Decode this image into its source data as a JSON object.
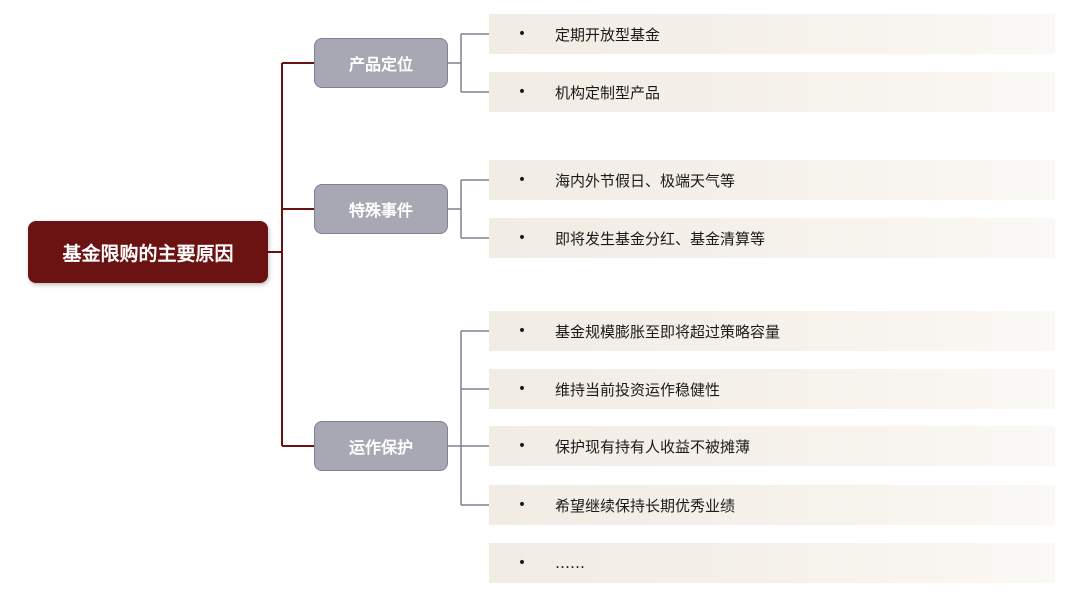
{
  "root": {
    "label": "基金限购的主要原因"
  },
  "categories": [
    {
      "label": "产品定位",
      "items": [
        "定期开放型基金",
        "机构定制型产品"
      ]
    },
    {
      "label": "特殊事件",
      "items": [
        "海内外节假日、极端天气等",
        "即将发生基金分红、基金清算等"
      ]
    },
    {
      "label": "运作保护",
      "items": [
        "基金规模膨胀至即将超过策略容量",
        "维持当前投资运作稳健性",
        "保护现有持有人收益不被摊薄",
        "希望继续保持长期优秀业绩"
      ]
    }
  ],
  "extra_item": "……",
  "bullet_glyph": "•",
  "colors": {
    "root_bg": "#6b1212",
    "root_connector": "#6b1212",
    "category_bg": "#a7a8b3",
    "category_connector": "#7e8090",
    "item_bg": "#f3efe8"
  }
}
